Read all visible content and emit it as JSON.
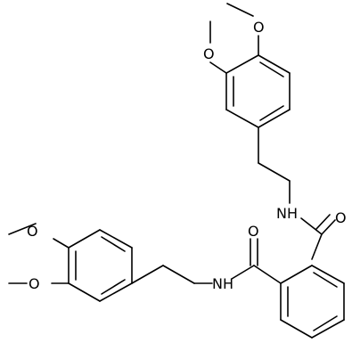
{
  "structure": {
    "atoms": {
      "o_top_left": "O",
      "o_top_right": "O",
      "o_mid_left": "O",
      "o_mid_right": "O",
      "nh_upper": "NH",
      "nh_lower": "NH",
      "o_amide_upper": "O",
      "o_amide_lower": "O"
    }
  }
}
